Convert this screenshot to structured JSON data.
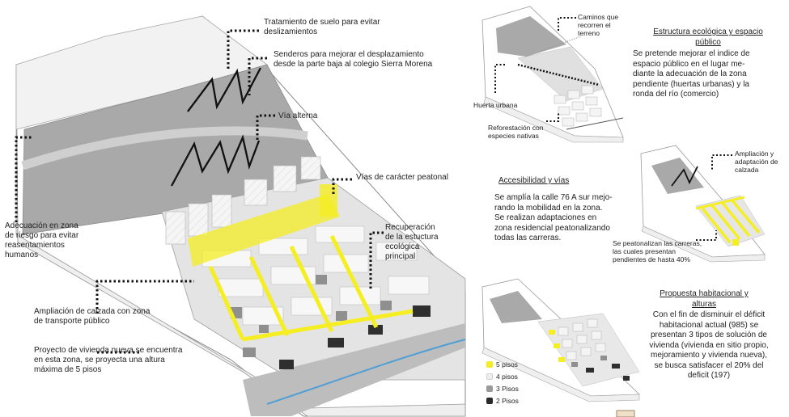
{
  "main_labels": {
    "tratamiento": [
      "Tratamiento de suelo para evitar",
      "deslizamientos"
    ],
    "senderos": [
      "Senderos para mejorar el desplazamiento",
      "desde la parte baja al colegio Sierra Morena"
    ],
    "via_alterna": "Vía alterna",
    "vias_peatonal": "Vías de carácter peatonal",
    "adecuacion": [
      "Adecuación en zona",
      "de riesgo para evitar",
      "reasentamientos",
      "humanos"
    ],
    "recuperacion": [
      "Recuperación",
      "de la estuctura",
      "ecológica",
      "principal"
    ],
    "ampliacion": [
      "Ampliación de calzada con zona",
      "de transporte público"
    ],
    "proyecto": [
      "Proyecto de vivienda nueva se encuentra",
      "en esta zona, se proyecta una altura",
      "máxima de 5 pisos"
    ]
  },
  "panel1": {
    "caminos": [
      "Caminos que",
      "recorren el",
      "terreno"
    ],
    "huerta": "Huerta urbana",
    "reforestacion": [
      "Reforestación con",
      "especies nativas"
    ]
  },
  "estructura": {
    "title": [
      "Estructura ecológica y espacio",
      "público"
    ],
    "body": [
      "Se pretende mejorar el indice de",
      "espacio público en el lugar me-",
      "diante la adecuación de la zona",
      "pendiente (huertas urbanas) y la",
      "ronda del río (comercio)"
    ]
  },
  "accesibilidad": {
    "title": "Accesibilidad y vías",
    "body": [
      "Se amplía la calle 76 A sur mejo-",
      "rando la mobilidad en la zona.",
      "Se realizan adaptaciones en",
      "zona residencial peatonalizando",
      "todas las carreras."
    ]
  },
  "panel2": {
    "ampliacion": [
      "Ampliación y",
      "adaptación de",
      "calzada"
    ],
    "peatonalizan": [
      "Se peatonalizan las carreras,",
      "las cuales presentan",
      "pendientes de hasta 40%"
    ]
  },
  "propuesta": {
    "title": [
      "Propuesta habitacional y",
      "alturas"
    ],
    "body": [
      "Con el fin de disminuir el déficit",
      "habitacional actual (985) se",
      "presentan 3 tipos de solución de",
      "vivienda (vivienda en sitio propio,",
      "mejoramiento y vivienda nueva),",
      "se busca satisfacer el 20% del",
      "deficit (197)"
    ]
  },
  "legend": [
    {
      "label": "5 pisos",
      "color": "#f4ee23"
    },
    {
      "label": "4 pisos",
      "color": "#eeeeee"
    },
    {
      "label": "3 Pisos",
      "color": "#9a9a9a"
    },
    {
      "label": "2 Pisos",
      "color": "#2a2a2a"
    }
  ],
  "colors": {
    "yellow": "#f4ee23",
    "slope_grey": "#a9a9a9",
    "path_light": "#d4d4d4",
    "street_grey": "#bdbdbd",
    "river_blue": "#4f9fd6",
    "dark_building": "#2f2f2f",
    "mid_building": "#8f8f8f"
  }
}
